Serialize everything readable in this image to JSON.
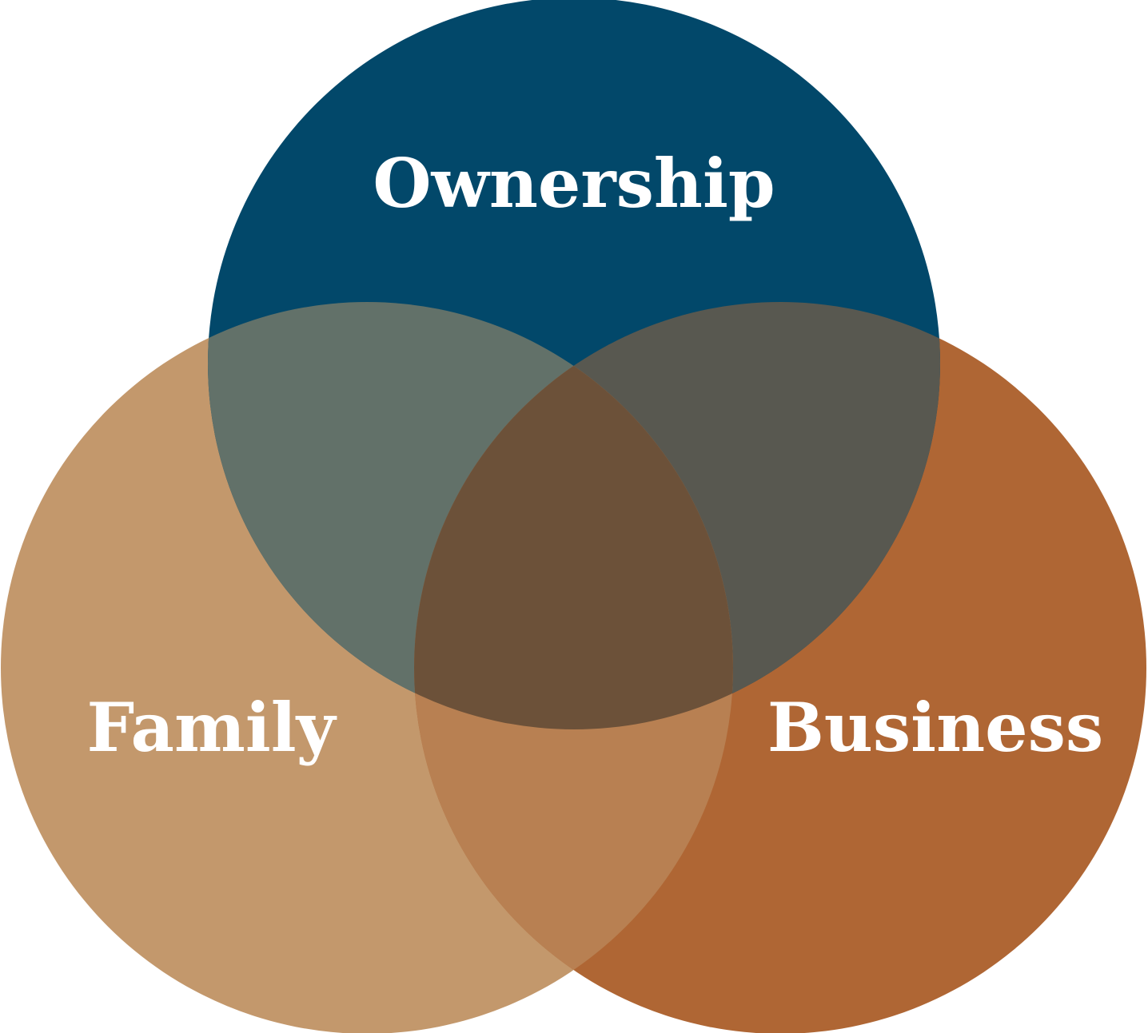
{
  "diagram": {
    "type": "venn",
    "sets": [
      {
        "id": "ownership",
        "label": "Ownership",
        "color": "#02486A"
      },
      {
        "id": "family",
        "label": "Family",
        "color": "#C3986C"
      },
      {
        "id": "business",
        "label": "Business",
        "color": "#AF6634"
      }
    ],
    "regions": {
      "ownership_only": {
        "color": "#02486A"
      },
      "family_only": {
        "color": "#C3986C"
      },
      "business_only": {
        "color": "#AF6634"
      },
      "ownership_family": {
        "color": "#627169"
      },
      "ownership_business": {
        "color": "#585850"
      },
      "family_business": {
        "color": "#B88052"
      },
      "all_three": {
        "color": "#6C5139"
      }
    },
    "background": "#FFFFFF",
    "label_color": "#FFFFFF"
  }
}
